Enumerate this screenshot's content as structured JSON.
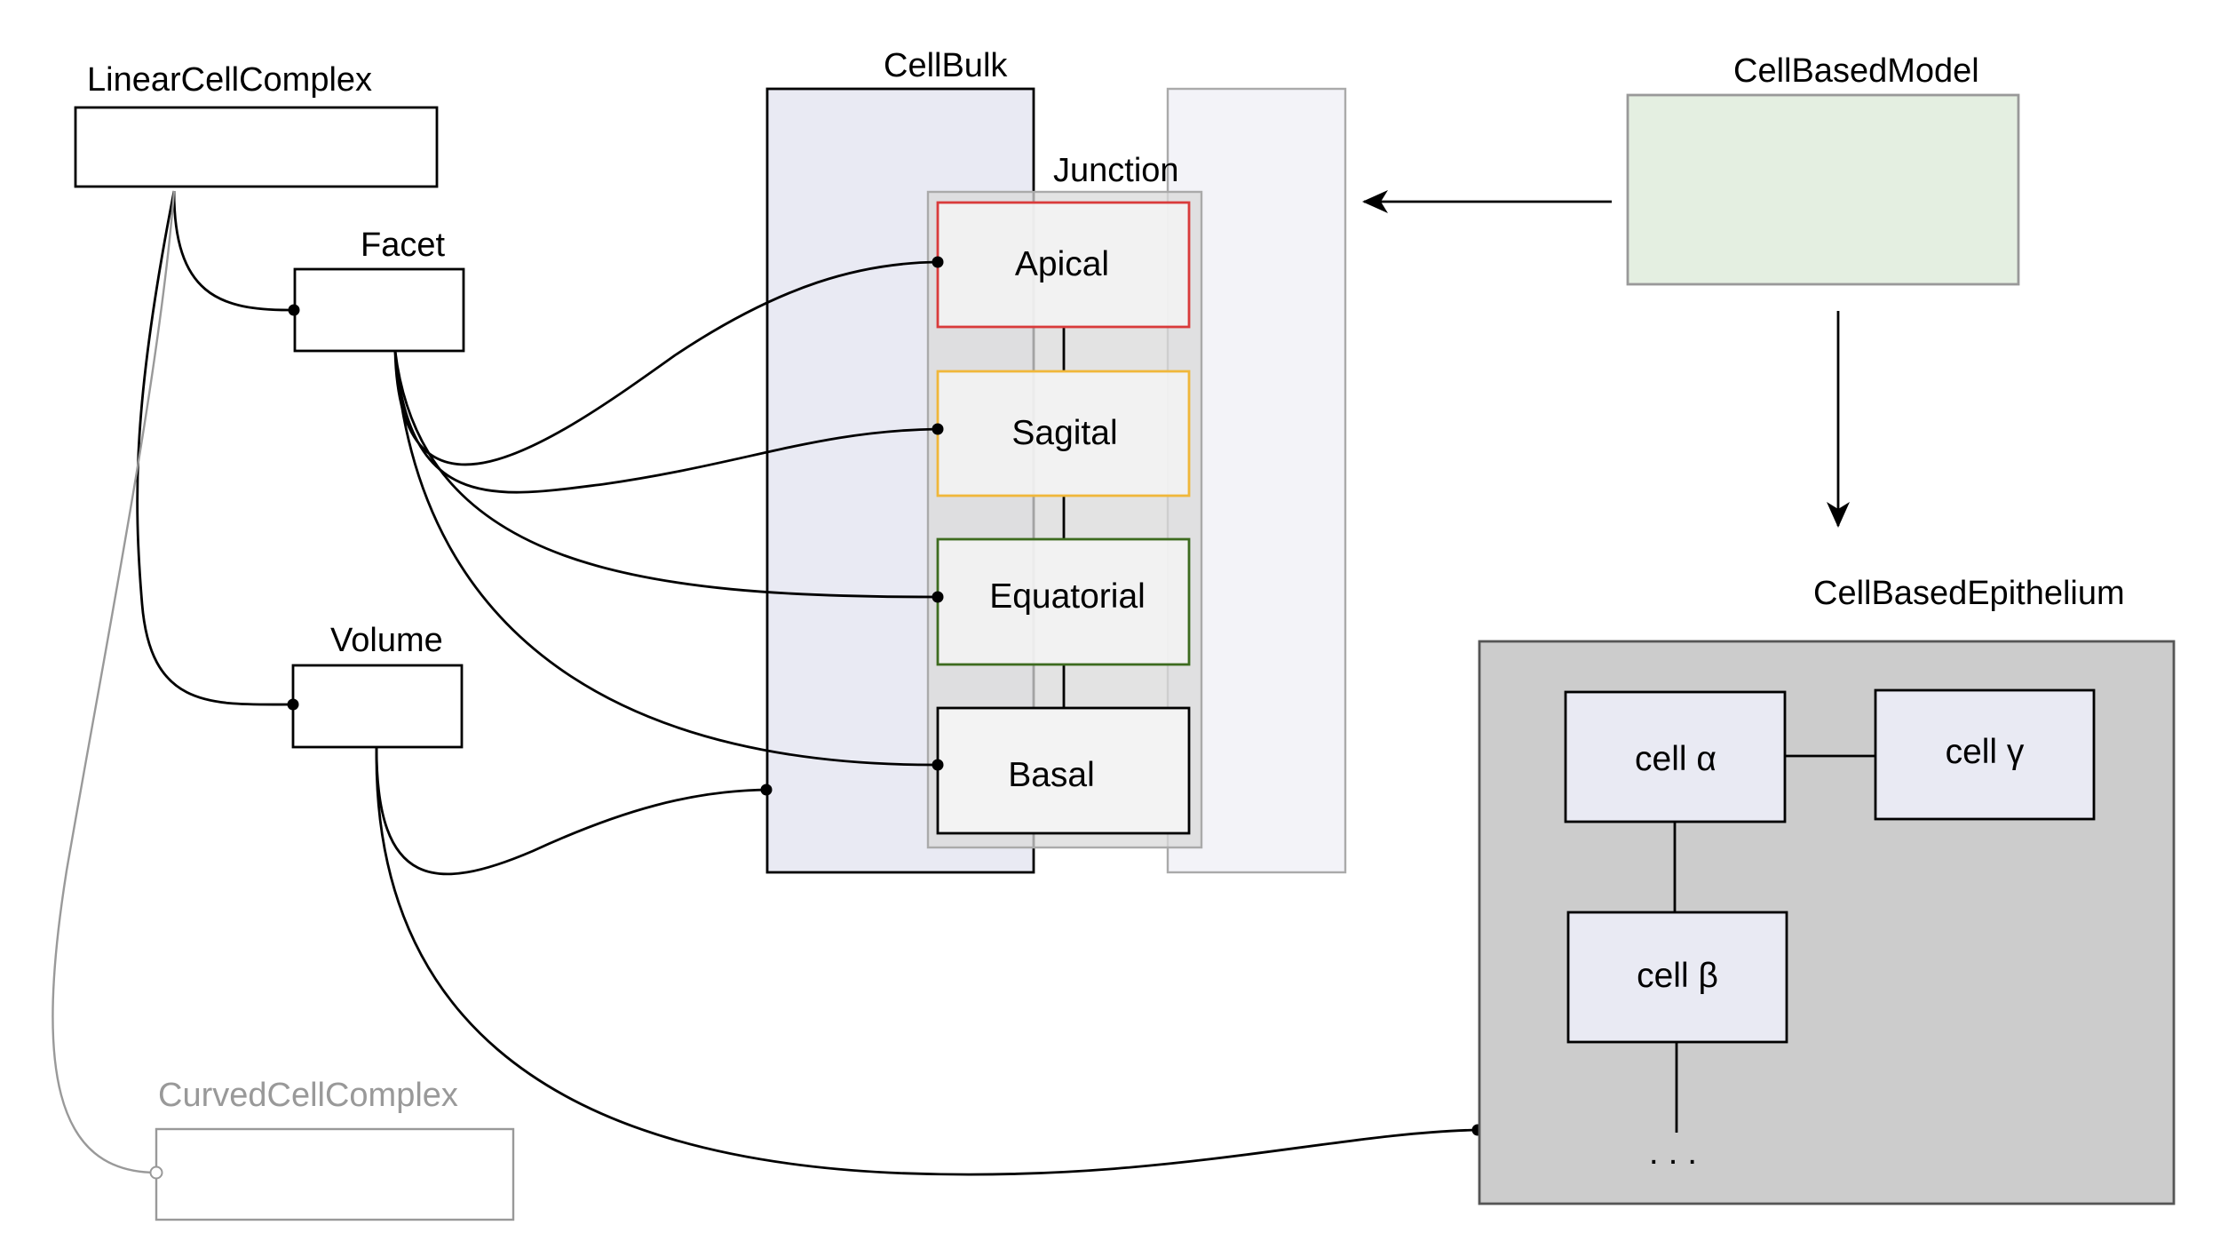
{
  "labels": {
    "linear_cell_complex": "LinearCellComplex",
    "facet": "Facet",
    "volume": "Volume",
    "curved_cell_complex": "CurvedCellComplex",
    "cell_bulk": "CellBulk",
    "junction": "Junction",
    "cell_based_model": "CellBasedModel",
    "cell_based_epithelium": "CellBasedEpithelium"
  },
  "junction_parts": {
    "apical": "Apical",
    "sagital": "Sagital",
    "equatorial": "Equatorial",
    "basal": "Basal"
  },
  "cells": {
    "alpha": "cell α",
    "gamma": "cell γ",
    "beta": "cell β",
    "ellipsis": ". . ."
  },
  "colors": {
    "apical_border": "#d93b3b",
    "sagital_border": "#f0b73a",
    "equatorial_border": "#3d6b1f",
    "basal_border": "#000000",
    "cell_bulk_fill": "#e9eaf3",
    "cell_bulk_ghost_fill": "#f3f3f8",
    "junction_fill": "#d9d9d9",
    "part_fill": "#f3f3f3",
    "model_fill": "#e4efe1",
    "epithelium_fill": "#cccccc",
    "cell_fill": "#e9eaf3",
    "curved_gray": "#999999"
  }
}
